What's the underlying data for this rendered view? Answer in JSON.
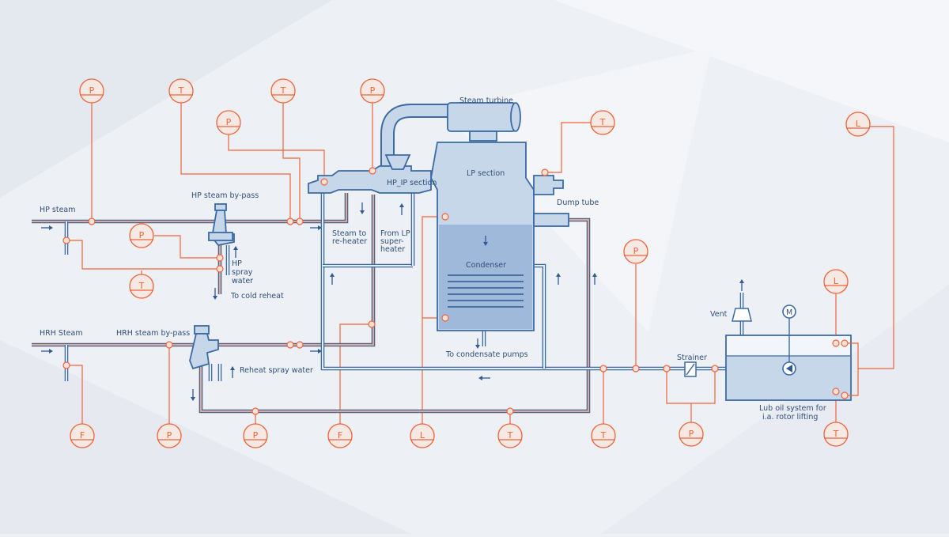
{
  "labels": {
    "steam_turbine": "Steam turbine",
    "lp_section": "LP section",
    "hp_ip_section": "HP_IP section",
    "hp_steam": "HP steam",
    "hp_bypass": "HP steam by-pass",
    "hp_spray_1": "HP",
    "hp_spray_2": "spray",
    "hp_spray_3": "water",
    "to_cold_reheat": "To cold reheat",
    "steam_reheater_1": "Steam to",
    "steam_reheater_2": "re-heater",
    "from_lp_1": "From LP",
    "from_lp_2": "super-",
    "from_lp_3": "heater",
    "condenser": "Condenser",
    "dump_tube": "Dump tube",
    "to_condensate": "To condensate pumps",
    "hrh_steam": "HRH Steam",
    "hrh_bypass": "HRH steam by-pass",
    "reheat_spray": "Reheat spray water",
    "strainer": "Strainer",
    "vent": "Vent",
    "motor": "M",
    "lub_1": "Lub oil system for",
    "lub_2": "i.a. rotor lifting"
  },
  "instruments": [
    {
      "id": "top-p-1",
      "letter": "P"
    },
    {
      "id": "top-t-1",
      "letter": "T"
    },
    {
      "id": "top-p-2",
      "letter": "P"
    },
    {
      "id": "top-t-2",
      "letter": "T"
    },
    {
      "id": "top-p-3",
      "letter": "P"
    },
    {
      "id": "top-t-3",
      "letter": "T"
    },
    {
      "id": "top-l-1",
      "letter": "L"
    },
    {
      "id": "mid-p-1",
      "letter": "P"
    },
    {
      "id": "mid-t-1",
      "letter": "T"
    },
    {
      "id": "mid-p-2",
      "letter": "P"
    },
    {
      "id": "mid-l-2",
      "letter": "L"
    },
    {
      "id": "bot-f-1",
      "letter": "F"
    },
    {
      "id": "bot-p-1",
      "letter": "P"
    },
    {
      "id": "bot-p-2",
      "letter": "P"
    },
    {
      "id": "bot-f-2",
      "letter": "F"
    },
    {
      "id": "bot-l-1",
      "letter": "L"
    },
    {
      "id": "bot-t-1",
      "letter": "T"
    },
    {
      "id": "bot-t-2",
      "letter": "T"
    },
    {
      "id": "bot-p-3",
      "letter": "P"
    },
    {
      "id": "bot-t-3",
      "letter": "T"
    }
  ]
}
